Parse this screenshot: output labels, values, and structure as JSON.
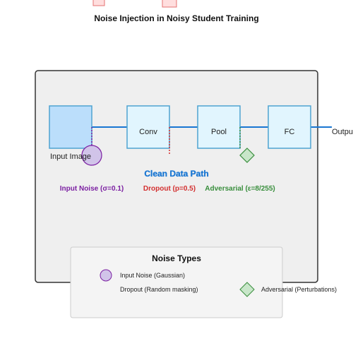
{
  "title": "Noise Injection in Noisy Student Training",
  "stages": {
    "input": "Input Image",
    "conv": "Conv",
    "pool": "Pool",
    "fc": "FC",
    "output": "Output"
  },
  "path_label": "Clean Data Path",
  "noise_labels": {
    "input_noise": "Input Noise (σ=0.1)",
    "dropout": "Dropout (p=0.5)",
    "adversarial": "Adversarial (ε=8/255)"
  },
  "legend": {
    "title": "Noise Types",
    "input_noise": "Input Noise (Gaussian)",
    "dropout": "Dropout (Random masking)",
    "adversarial": "Adversarial (Perturbations)"
  },
  "colors": {
    "input_box_fill": "#bbdefb",
    "layer_box_fill": "#e1f5fe",
    "box_stroke": "#4fa3d1",
    "flow_line": "#1976d2",
    "input_noise": "#7b1fa2",
    "input_noise_fill": "#d1c4e9",
    "dropout": "#d32f2f",
    "adversarial": "#388e3c",
    "adversarial_fill": "#c8e6c9",
    "path_label": "#1976d2"
  }
}
